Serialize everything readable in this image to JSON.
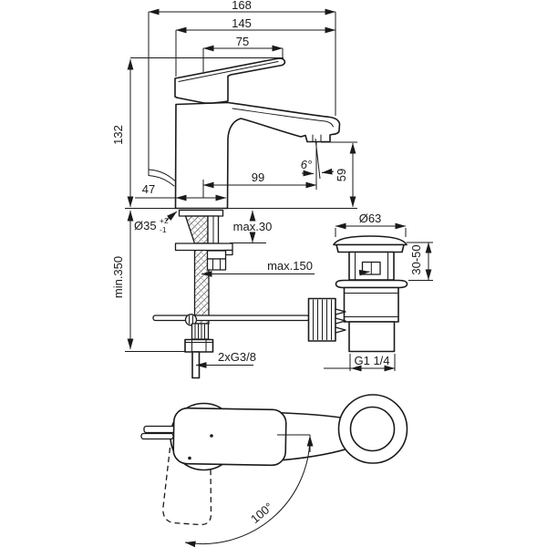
{
  "drawing": {
    "kind": "faucet technical dimension drawing",
    "colors": {
      "line": "#1a1a1a",
      "background": "#ffffff"
    }
  },
  "side_view": {
    "dim_total_depth": "168",
    "dim_body_depth": "145",
    "dim_handle_reach": "75",
    "dim_height": "132",
    "dim_base_depth": "47",
    "dim_spout_reach": "99",
    "dim_spout_angle": "6°",
    "dim_spout_height": "59",
    "dim_hole_diameter": "Ø35",
    "hole_tol_plus": "+2",
    "hole_tol_minus": "-1",
    "dim_deck_thickness": "max.30",
    "dim_rod_length": "max.150",
    "dim_min_clearance": "min.350",
    "dim_supply_connection": "2xG3/8"
  },
  "drain_view": {
    "dim_cap_diameter": "Ø63",
    "dim_basin_range": "30-50",
    "dim_thread": "G1 1/4"
  },
  "top_view": {
    "dim_swivel_angle": "100°"
  }
}
